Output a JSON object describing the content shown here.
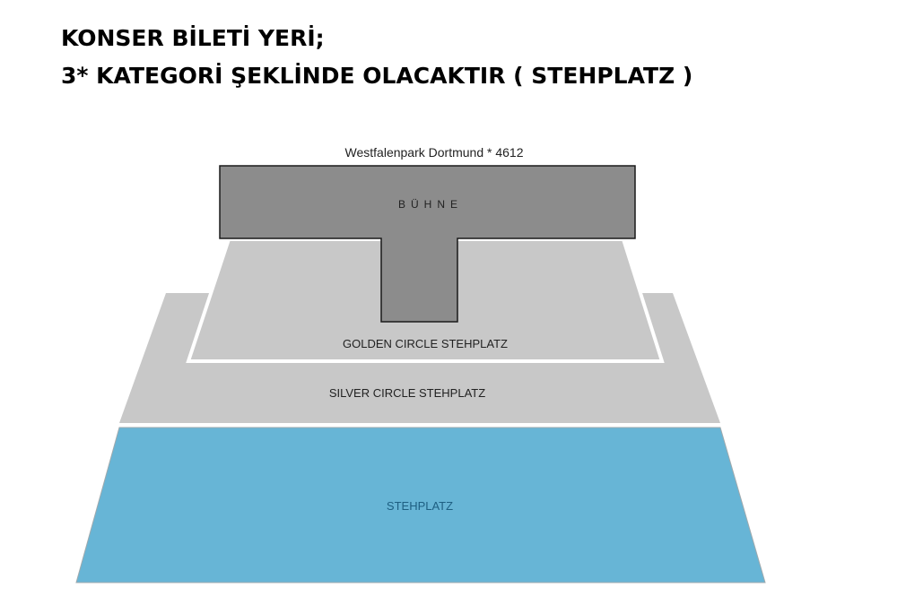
{
  "header": {
    "line1": "KONSER BİLETİ YERİ;",
    "line2": "3* KATEGORİ ŞEKLİNDE OLACAKTIR ( STEHPLATZ )"
  },
  "venue": {
    "title": "Westfalenpark Dortmund * 4612"
  },
  "zones": {
    "stage": {
      "label": "BÜHNE",
      "color": "#8c8c8c"
    },
    "golden": {
      "label": "GOLDEN CIRCLE STEHPLATZ",
      "color": "#c8c8c8"
    },
    "silver": {
      "label": "SILVER CIRCLE STEHPLATZ",
      "color": "#c8c8c8"
    },
    "general": {
      "label": "STEHPLATZ",
      "color": "#67b5d6",
      "label_color": "#1e5f82"
    }
  }
}
